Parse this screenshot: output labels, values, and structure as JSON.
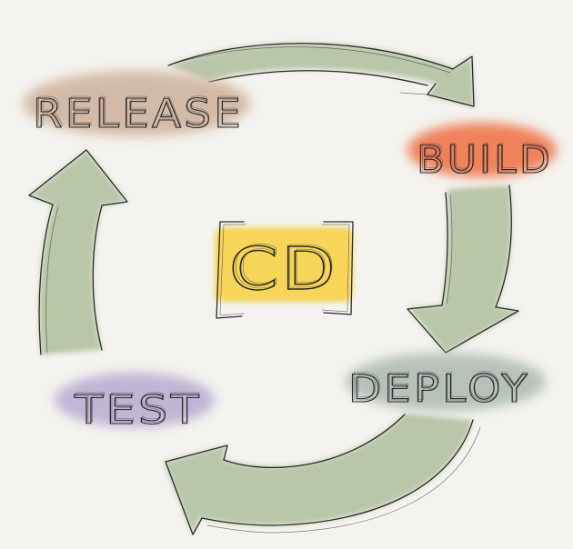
{
  "diagram": {
    "type": "cycle",
    "center_label": "CD",
    "stages": [
      {
        "id": "release",
        "label": "RELEASE",
        "color": "#c9a88e"
      },
      {
        "id": "build",
        "label": "BUILD",
        "color": "#ef6e43"
      },
      {
        "id": "deploy",
        "label": "DEPLOY",
        "color": "#a9b5ad"
      },
      {
        "id": "test",
        "label": "TEST",
        "color": "#b3a6cf"
      }
    ],
    "center_color": "#f7d24a",
    "arrow_color": "#a6b790",
    "flow": [
      "release",
      "build",
      "deploy",
      "test",
      "release"
    ]
  }
}
